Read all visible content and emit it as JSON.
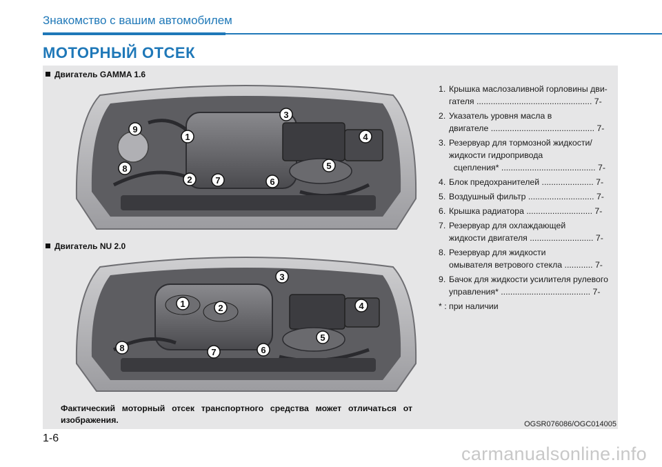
{
  "header": {
    "section": "Знакомство с вашим автомобилем",
    "title": "МОТОРНЫЙ ОТСЕК"
  },
  "engines": [
    {
      "caption": "Двигатель GAMMA 1.6",
      "markers": [
        "1",
        "2",
        "3",
        "4",
        "5",
        "6",
        "7",
        "8",
        "9"
      ]
    },
    {
      "caption": "Двигатель NU 2.0",
      "markers": [
        "1",
        "2",
        "3",
        "4",
        "5",
        "6",
        "7",
        "8"
      ]
    }
  ],
  "legend": {
    "items": [
      {
        "num": "1.",
        "lines": [
          "Крышка маслозаливной горловины дви-",
          "гателя ................................................. 7-"
        ]
      },
      {
        "num": "2.",
        "lines": [
          "Указатель уровня масла в",
          "двигателе ............................................ 7-"
        ]
      },
      {
        "num": "3.",
        "lines": [
          "Резервуар для тормозной жидкости/",
          "жидкости гидропривода",
          "  сцепления* ........................................ 7-"
        ]
      },
      {
        "num": "4.",
        "lines": [
          "Блок предохранителей ...................... 7-"
        ]
      },
      {
        "num": "5.",
        "lines": [
          "Воздушный фильтр ............................ 7-"
        ]
      },
      {
        "num": "6.",
        "lines": [
          "Крышка радиатора ............................ 7-"
        ]
      },
      {
        "num": "7.",
        "lines": [
          "Резервуар для охлаждающей",
          "жидкости двигателя ........................... 7-"
        ]
      },
      {
        "num": "8.",
        "lines": [
          "Резервуар для жидкости",
          "омывателя ветрового стекла ............ 7-"
        ]
      },
      {
        "num": "9.",
        "lines": [
          "Бачок для жидкости усилителя рулевого",
          "управления* ...................................... 7-"
        ]
      }
    ],
    "note": "* : при наличии"
  },
  "disclaimer": "Фактический моторный отсек транспортного средства может отличаться от изображения.",
  "image_code": "OGSR076086/OGC014005",
  "page_number": "1-6",
  "watermark": "carmanualsonline.info"
}
